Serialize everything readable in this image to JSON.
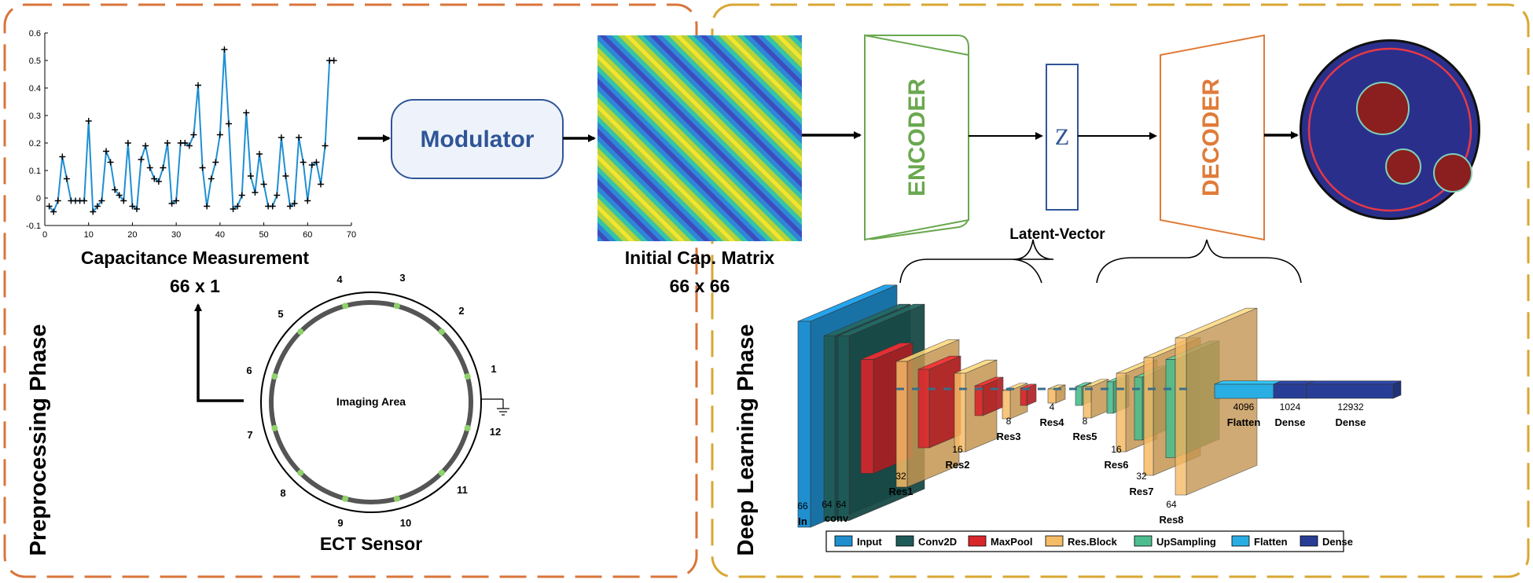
{
  "phases": {
    "preprocessing_label": "Preprocessing Phase",
    "deep_learning_label": "Deep Learning Phase"
  },
  "capacitance": {
    "title": "Capacitance Measurement",
    "subtitle": "66 x 1",
    "chart_data": {
      "type": "line",
      "title": "",
      "xlabel": "",
      "ylabel": "",
      "xlim": [
        0,
        70
      ],
      "ylim": [
        -0.1,
        0.6
      ],
      "x_ticks": [
        "0",
        "10",
        "20",
        "30",
        "40",
        "50",
        "60",
        "70"
      ],
      "y_ticks": [
        "-0.1",
        "0",
        "0.1",
        "0.2",
        "0.3",
        "0.4",
        "0.5",
        "0.6"
      ],
      "series": [
        {
          "values": [
            -0.03,
            -0.05,
            -0.01,
            0.15,
            0.07,
            -0.01,
            -0.01,
            -0.01,
            -0.01,
            0.28,
            -0.05,
            -0.03,
            -0.01,
            0.17,
            0.13,
            0.03,
            0.01,
            -0.01,
            0.2,
            -0.03,
            -0.04,
            0.14,
            0.19,
            0.11,
            0.07,
            0.06,
            0.11,
            0.2,
            -0.02,
            -0.01,
            0.2,
            0.2,
            0.19,
            0.23,
            0.41,
            0.11,
            -0.03,
            0.07,
            0.13,
            0.23,
            0.54,
            0.27,
            -0.04,
            -0.03,
            0.01,
            0.31,
            0.08,
            0.02,
            0.16,
            0.05,
            -0.03,
            -0.03,
            0.01,
            0.22,
            0.08,
            -0.03,
            -0.02,
            0.22,
            0.13,
            -0.01,
            0.12,
            0.13,
            0.05,
            0.19,
            0.5,
            0.5
          ]
        }
      ]
    }
  },
  "modulator_label": "Modulator",
  "matrix": {
    "title": "Initial Cap. Matrix",
    "subtitle": "66 x 66"
  },
  "sensor": {
    "title": "ECT Sensor",
    "imaging_area": "Imaging Area",
    "electrodes": [
      "1",
      "2",
      "3",
      "4",
      "5",
      "6",
      "7",
      "8",
      "9",
      "10",
      "11",
      "12"
    ]
  },
  "encoder_label": "ENCODER",
  "latent": {
    "symbol": "Z",
    "caption": "Latent-Vector"
  },
  "decoder_label": "DECODER",
  "network": {
    "layers": [
      {
        "num": "66",
        "name": "In"
      },
      {
        "num": "64",
        "name": ""
      },
      {
        "num": "64",
        "name": "conv"
      },
      {
        "num": "32",
        "name": "Res1"
      },
      {
        "num": "16",
        "name": "Res2"
      },
      {
        "num": "8",
        "name": "Res3"
      },
      {
        "num": "4",
        "name": "Res4"
      },
      {
        "num": "8",
        "name": "Res5"
      },
      {
        "num": "16",
        "name": "Res6"
      },
      {
        "num": "32",
        "name": "Res7"
      },
      {
        "num": "64",
        "name": "Res8"
      },
      {
        "num": "4096",
        "name": "Flatten"
      },
      {
        "num": "1024",
        "name": "Dense"
      },
      {
        "num": "12932",
        "name": "Dense"
      }
    ]
  },
  "legend": [
    {
      "label": "Input",
      "color": "#1f8fcf"
    },
    {
      "label": "Conv2D",
      "color": "#1e5b58"
    },
    {
      "label": "MaxPool",
      "color": "#d8262b"
    },
    {
      "label": "Res.Block",
      "color": "#f6bb66"
    },
    {
      "label": "UpSampling",
      "color": "#4dbd8d"
    },
    {
      "label": "Flatten",
      "color": "#29aee3"
    },
    {
      "label": "Dense",
      "color": "#283e96"
    }
  ],
  "colors": {
    "preprocessing_border": "#d9743b",
    "deep_learning_border": "#d9a733",
    "encoder": "#6aa84f",
    "decoder": "#e07b39",
    "modulator_text": "#2f5597",
    "latent": "#2f5597"
  }
}
